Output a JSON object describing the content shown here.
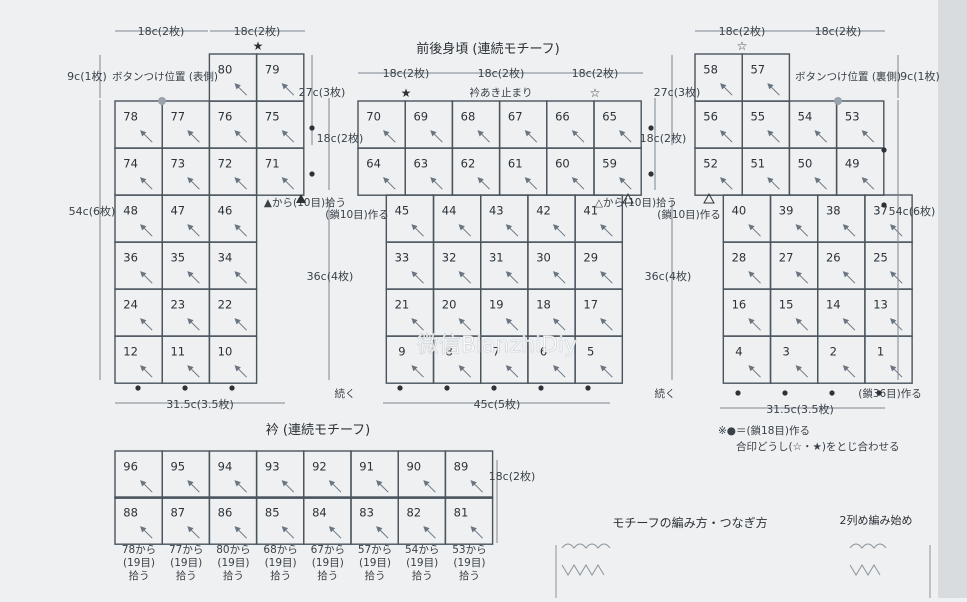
{
  "titles": {
    "body": "前後身頃 (連続モチーフ)",
    "collar": "衿 (連続モチーフ)",
    "method": "モチーフの編み方・つなぎ方",
    "start": "2列め編み始め"
  },
  "dims": {
    "c18_2": "18c(2枚)",
    "c9_1": "9c(1枚)",
    "c27_3": "27c(3枚)",
    "c18v": "18c(2枚)",
    "c54_6": "54c(6枚)",
    "c36_4": "36c(4枚)",
    "c315": "31.5c(3.5枚)",
    "c45": "45c(5枚)"
  },
  "notes": {
    "button_front": "ボタンつけ位置 (表側)",
    "button_back": "ボタンつけ位置 (裏側)",
    "collar_open": "衿あき止まり",
    "pickup_l": "▲から(10目)拾う",
    "pickup_r": "△から(10目)拾う",
    "chain_l": "(鎖10目)作る",
    "chain_r": "(鎖10目)作る",
    "cont": "続く",
    "chain36": "(鎖36目)作る",
    "legend1": "※●＝(鎖18目)作る",
    "legend2": "合印どうし(☆・★)をとじ合わせる",
    "watermark": "微信BianzhiDiy"
  },
  "panels": {
    "left": [
      {
        "row": 0,
        "cells": [
          "80",
          "79"
        ]
      },
      {
        "row": 1,
        "cells": [
          "78",
          "77",
          "76",
          "75"
        ]
      },
      {
        "row": 2,
        "cells": [
          "74",
          "73",
          "72",
          "71"
        ]
      },
      {
        "row": 3,
        "cells": [
          "48",
          "47",
          "46"
        ]
      },
      {
        "row": 4,
        "cells": [
          "36",
          "35",
          "34"
        ]
      },
      {
        "row": 5,
        "cells": [
          "24",
          "23",
          "22"
        ]
      },
      {
        "row": 6,
        "cells": [
          "12",
          "11",
          "10"
        ]
      }
    ],
    "center": [
      {
        "row": 0,
        "cells": [
          "70",
          "69",
          "68",
          "67",
          "66",
          "65"
        ]
      },
      {
        "row": 1,
        "cells": [
          "64",
          "63",
          "62",
          "61",
          "60",
          "59"
        ]
      },
      {
        "row": 2,
        "cells": [
          "45",
          "44",
          "43",
          "42",
          "41"
        ]
      },
      {
        "row": 3,
        "cells": [
          "33",
          "32",
          "31",
          "30",
          "29"
        ]
      },
      {
        "row": 4,
        "cells": [
          "21",
          "20",
          "19",
          "18",
          "17"
        ]
      },
      {
        "row": 5,
        "cells": [
          "9",
          "8",
          "7",
          "6",
          "5"
        ]
      }
    ],
    "right": [
      {
        "row": 0,
        "cells": [
          "58",
          "57"
        ]
      },
      {
        "row": 1,
        "cells": [
          "56",
          "55",
          "54",
          "53"
        ]
      },
      {
        "row": 2,
        "cells": [
          "52",
          "51",
          "50",
          "49"
        ]
      },
      {
        "row": 3,
        "cells": [
          "40",
          "39",
          "38",
          "37"
        ]
      },
      {
        "row": 4,
        "cells": [
          "28",
          "27",
          "26",
          "25"
        ]
      },
      {
        "row": 5,
        "cells": [
          "16",
          "15",
          "14",
          "13"
        ]
      },
      {
        "row": 6,
        "cells": [
          "4",
          "3",
          "2",
          "1"
        ]
      }
    ],
    "collar": [
      {
        "row": 0,
        "cells": [
          "96",
          "95",
          "94",
          "93",
          "92",
          "91",
          "90",
          "89"
        ]
      },
      {
        "row": 1,
        "cells": [
          "88",
          "87",
          "86",
          "85",
          "84",
          "83",
          "82",
          "81"
        ]
      }
    ]
  },
  "collar_pickups": [
    "78から(19目)拾う",
    "77から(19目)拾う",
    "80から(19目)拾う",
    "68から(19目)拾う",
    "67から(19目)拾う",
    "57から(19目)拾う",
    "54から(19目)拾う",
    "53から(19目)拾う"
  ]
}
